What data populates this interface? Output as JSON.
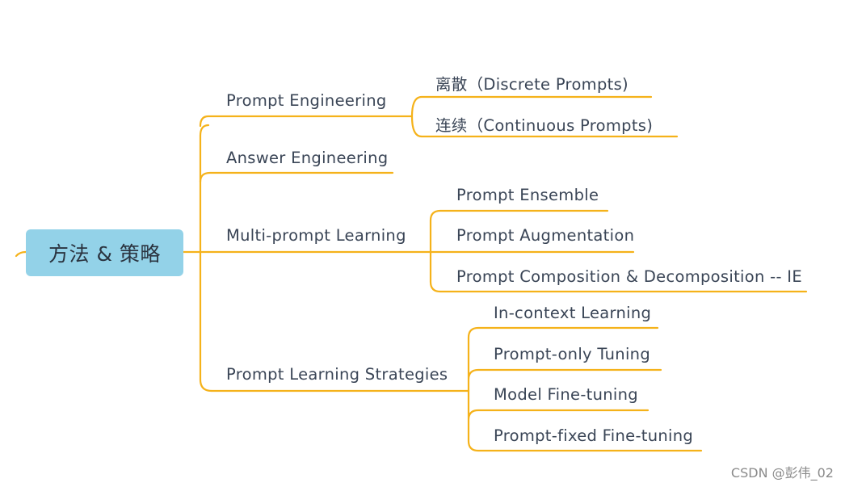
{
  "root": {
    "label": "方法 & 策略"
  },
  "branches": [
    {
      "label": "Prompt Engineering",
      "children": [
        "离散（Discrete Prompts)",
        "连续（Continuous Prompts)"
      ]
    },
    {
      "label": "Answer Engineering",
      "children": []
    },
    {
      "label": "Multi-prompt Learning",
      "children": [
        "Prompt Ensemble",
        "Prompt Augmentation",
        "Prompt Composition & Decomposition -- IE"
      ]
    },
    {
      "label": "Prompt Learning Strategies",
      "children": [
        "In-context Learning",
        "Prompt-only Tuning",
        "Model Fine-tuning",
        "Prompt-fixed Fine-tuning"
      ]
    }
  ],
  "watermark": "CSDN @彭伟_02",
  "colors": {
    "line": "#f5b21a",
    "root_fill": "#93d2e8",
    "text": "#3a4556"
  }
}
